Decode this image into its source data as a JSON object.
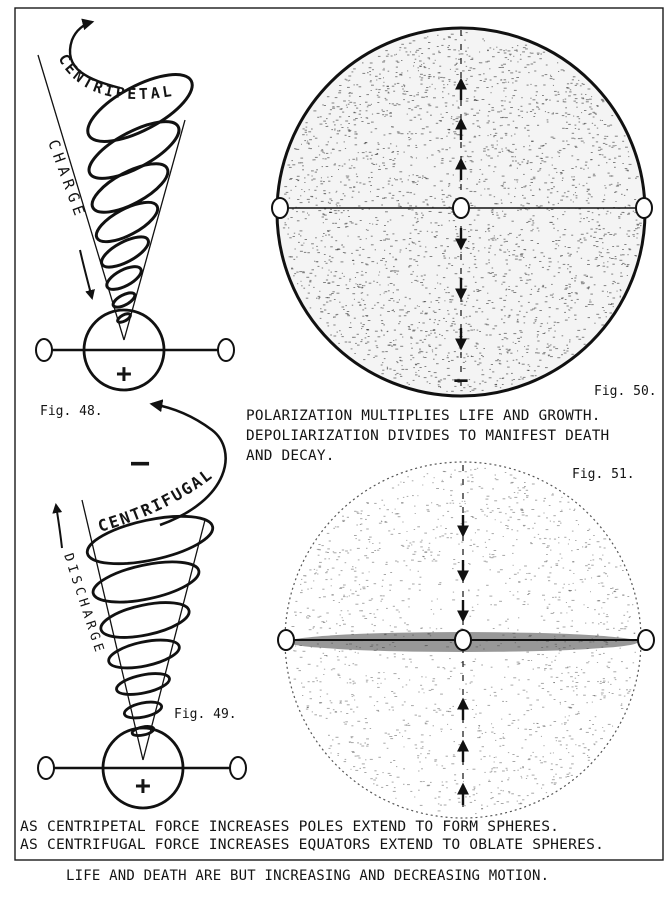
{
  "figures": {
    "fig48": {
      "label": "Fig. 48.",
      "arc_label": "CENTRIPETAL",
      "side_label": "CHARGE",
      "center_sign": "+"
    },
    "fig49": {
      "label": "Fig. 49.",
      "top_sign": "—",
      "arc_label": "CENTRIFUGAL",
      "side_label": "DISCHARGE",
      "center_sign": "+"
    },
    "fig50": {
      "label": "Fig. 50.",
      "bottom_sign": "—"
    },
    "fig51": {
      "label": "Fig. 51."
    }
  },
  "captions": {
    "polarization_line1": "POLARIZATION MULTIPLIES LIFE AND GROWTH.",
    "polarization_line2": "DEPOLIARIZATION DIVIDES TO MANIFEST DEATH",
    "polarization_line3": "AND DECAY.",
    "bottom_line1": "AS CENTRIPETAL FORCE INCREASES POLES EXTEND TO FORM SPHERES.",
    "bottom_line2": "AS CENTRIFUGAL FORCE INCREASES EQUATORS EXTEND TO OBLATE SPHERES.",
    "footer": "LIFE AND DEATH ARE BUT INCREASING AND DECREASING MOTION."
  }
}
